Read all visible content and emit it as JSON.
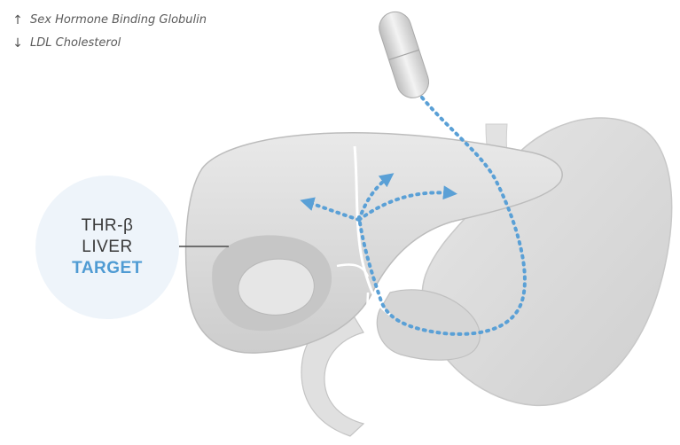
{
  "legend": {
    "items": [
      {
        "arrow": "↑",
        "text": "Sex Hormone Binding Globulin"
      },
      {
        "arrow": "↓",
        "text": "LDL Cholesterol"
      }
    ]
  },
  "target_label": {
    "line1": "THR-β",
    "line2": "LIVER",
    "line3": "TARGET"
  },
  "colors": {
    "accent": "#4f9bd3",
    "organ": "#d9d9d9",
    "organ_shadow": "#bdbdbd"
  }
}
